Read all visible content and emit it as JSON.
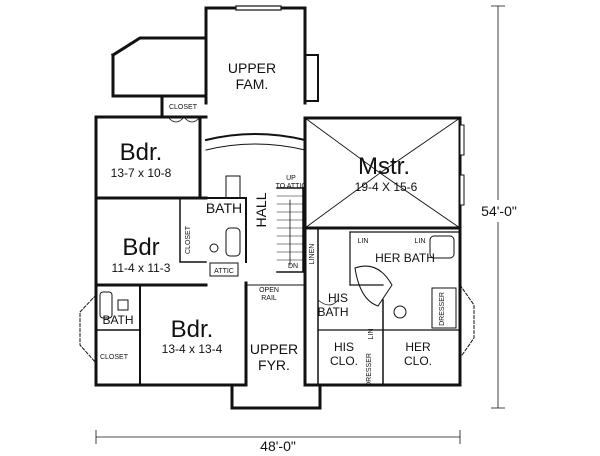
{
  "plan": {
    "overall_width": "48'-0\"",
    "overall_depth": "54'-0\"",
    "rooms": {
      "upper_fam": [
        "UPPER",
        "FAM."
      ],
      "bdr1_name": "Bdr.",
      "bdr1_size": "13-7 x 10-8",
      "bdr2_name": "Bdr",
      "bdr2_size": "11-4 x 11-3",
      "bdr3_name": "Bdr.",
      "bdr3_size": "13-4 x 13-4",
      "mstr_name": "Mstr.",
      "mstr_size": "19-4 X 15-6",
      "hall": "HALL",
      "bath_mid": "BATH",
      "bath_left": "BATH",
      "upper_fyr": [
        "UPPER",
        "FYR."
      ],
      "his_bath": [
        "HIS",
        "BATH"
      ],
      "her_bath": "HER BATH",
      "his_clo": [
        "HIS",
        "CLO."
      ],
      "her_clo": [
        "HER",
        "CLO."
      ]
    },
    "small_labels": {
      "closet_top": "CLOSET",
      "closet_mid": "CLOSET",
      "closet_left": "CLOSET",
      "attic": "ATTIC",
      "up_to_attic": [
        "UP",
        "TO ATTIC"
      ],
      "dn": "DN",
      "open_rail": [
        "OPEN",
        "RAIL"
      ],
      "linen": "LINEN",
      "lin_a": "LIN",
      "lin_b": "LIN",
      "lin_c": "LIN",
      "dresser_a": "DRESSER",
      "dresser_b": "DRESSER"
    }
  }
}
